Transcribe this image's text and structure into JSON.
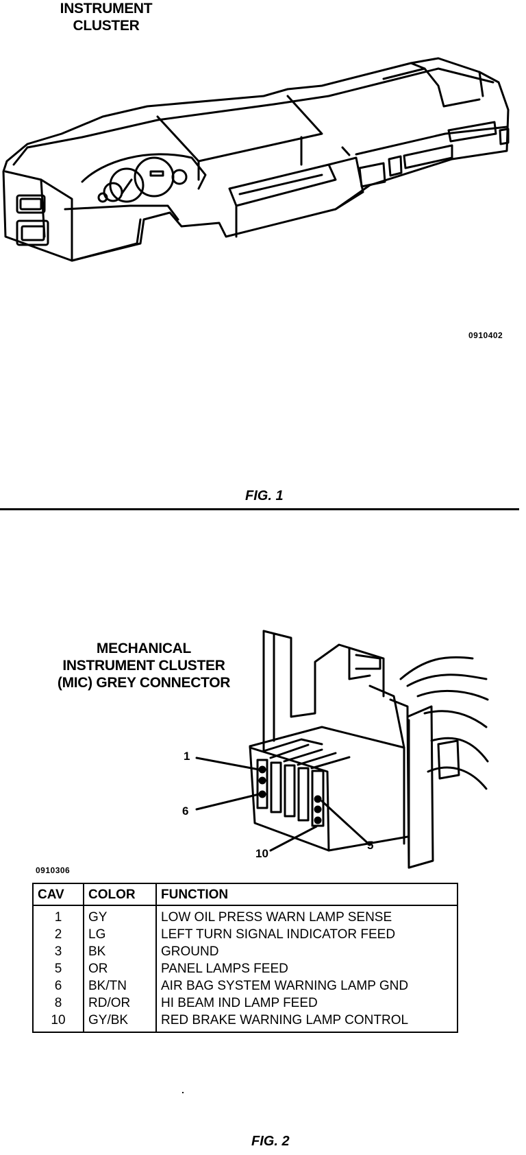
{
  "fig1": {
    "title_line1": "INSTRUMENT",
    "title_line2": "CLUSTER",
    "image_code": "0910402",
    "caption": "FIG. 1"
  },
  "fig2": {
    "title_line1": "MECHANICAL",
    "title_line2": "INSTRUMENT CLUSTER",
    "title_line3": "(MIC) GREY CONNECTOR",
    "callouts": [
      "1",
      "6",
      "10",
      "5"
    ],
    "image_code": "0910306",
    "caption": "FIG. 2"
  },
  "table": {
    "headers": [
      "CAV",
      "COLOR",
      "FUNCTION"
    ],
    "rows": [
      {
        "cav": "1",
        "color": "GY",
        "function": "LOW OIL PRESS WARN LAMP SENSE"
      },
      {
        "cav": "2",
        "color": "LG",
        "function": "LEFT TURN SIGNAL INDICATOR FEED"
      },
      {
        "cav": "3",
        "color": "BK",
        "function": "GROUND"
      },
      {
        "cav": "5",
        "color": "OR",
        "function": "PANEL LAMPS FEED"
      },
      {
        "cav": "6",
        "color": "BK/TN",
        "function": "AIR BAG SYSTEM WARNING LAMP GND"
      },
      {
        "cav": "8",
        "color": "RD/OR",
        "function": "HI BEAM IND LAMP FEED"
      },
      {
        "cav": "10",
        "color": "GY/BK",
        "function": "RED BRAKE WARNING LAMP CONTROL"
      }
    ]
  }
}
